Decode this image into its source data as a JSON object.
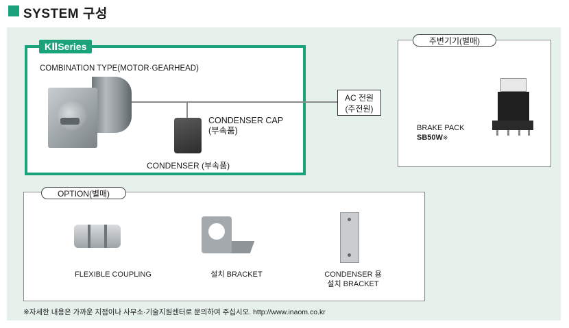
{
  "header": {
    "title": "SYSTEM 구성"
  },
  "kseries": {
    "tab_label": "KⅡSeries",
    "combo_label": "COMBINATION TYPE(MOTOR·GEARHEAD)",
    "cap_label": "CONDENSER CAP",
    "cap_sub": "(부속품)",
    "condenser_label": "CONDENSER (부속품)"
  },
  "power": {
    "line1": "AC 전원",
    "line2": "(주전원)"
  },
  "accessories": {
    "pill": "주변기기(별매)",
    "brake_label": "BRAKE PACK",
    "brake_model": "SB50W",
    "brake_mark": "※"
  },
  "option": {
    "pill": "OPTION(별매)",
    "items": [
      {
        "label": "FLEXIBLE COUPLING"
      },
      {
        "label": "설치 BRACKET"
      },
      {
        "line1": "CONDENSER 용",
        "line2": "설치 BRACKET"
      }
    ]
  },
  "footnote": "※자세한 내용은 가까운 지점이나 사무소·기술지원센터로 문의하여 주십시오.  http://www.inaom.co.kr",
  "colors": {
    "accent": "#1aa37a",
    "panel_bg": "#e7f1ec"
  }
}
